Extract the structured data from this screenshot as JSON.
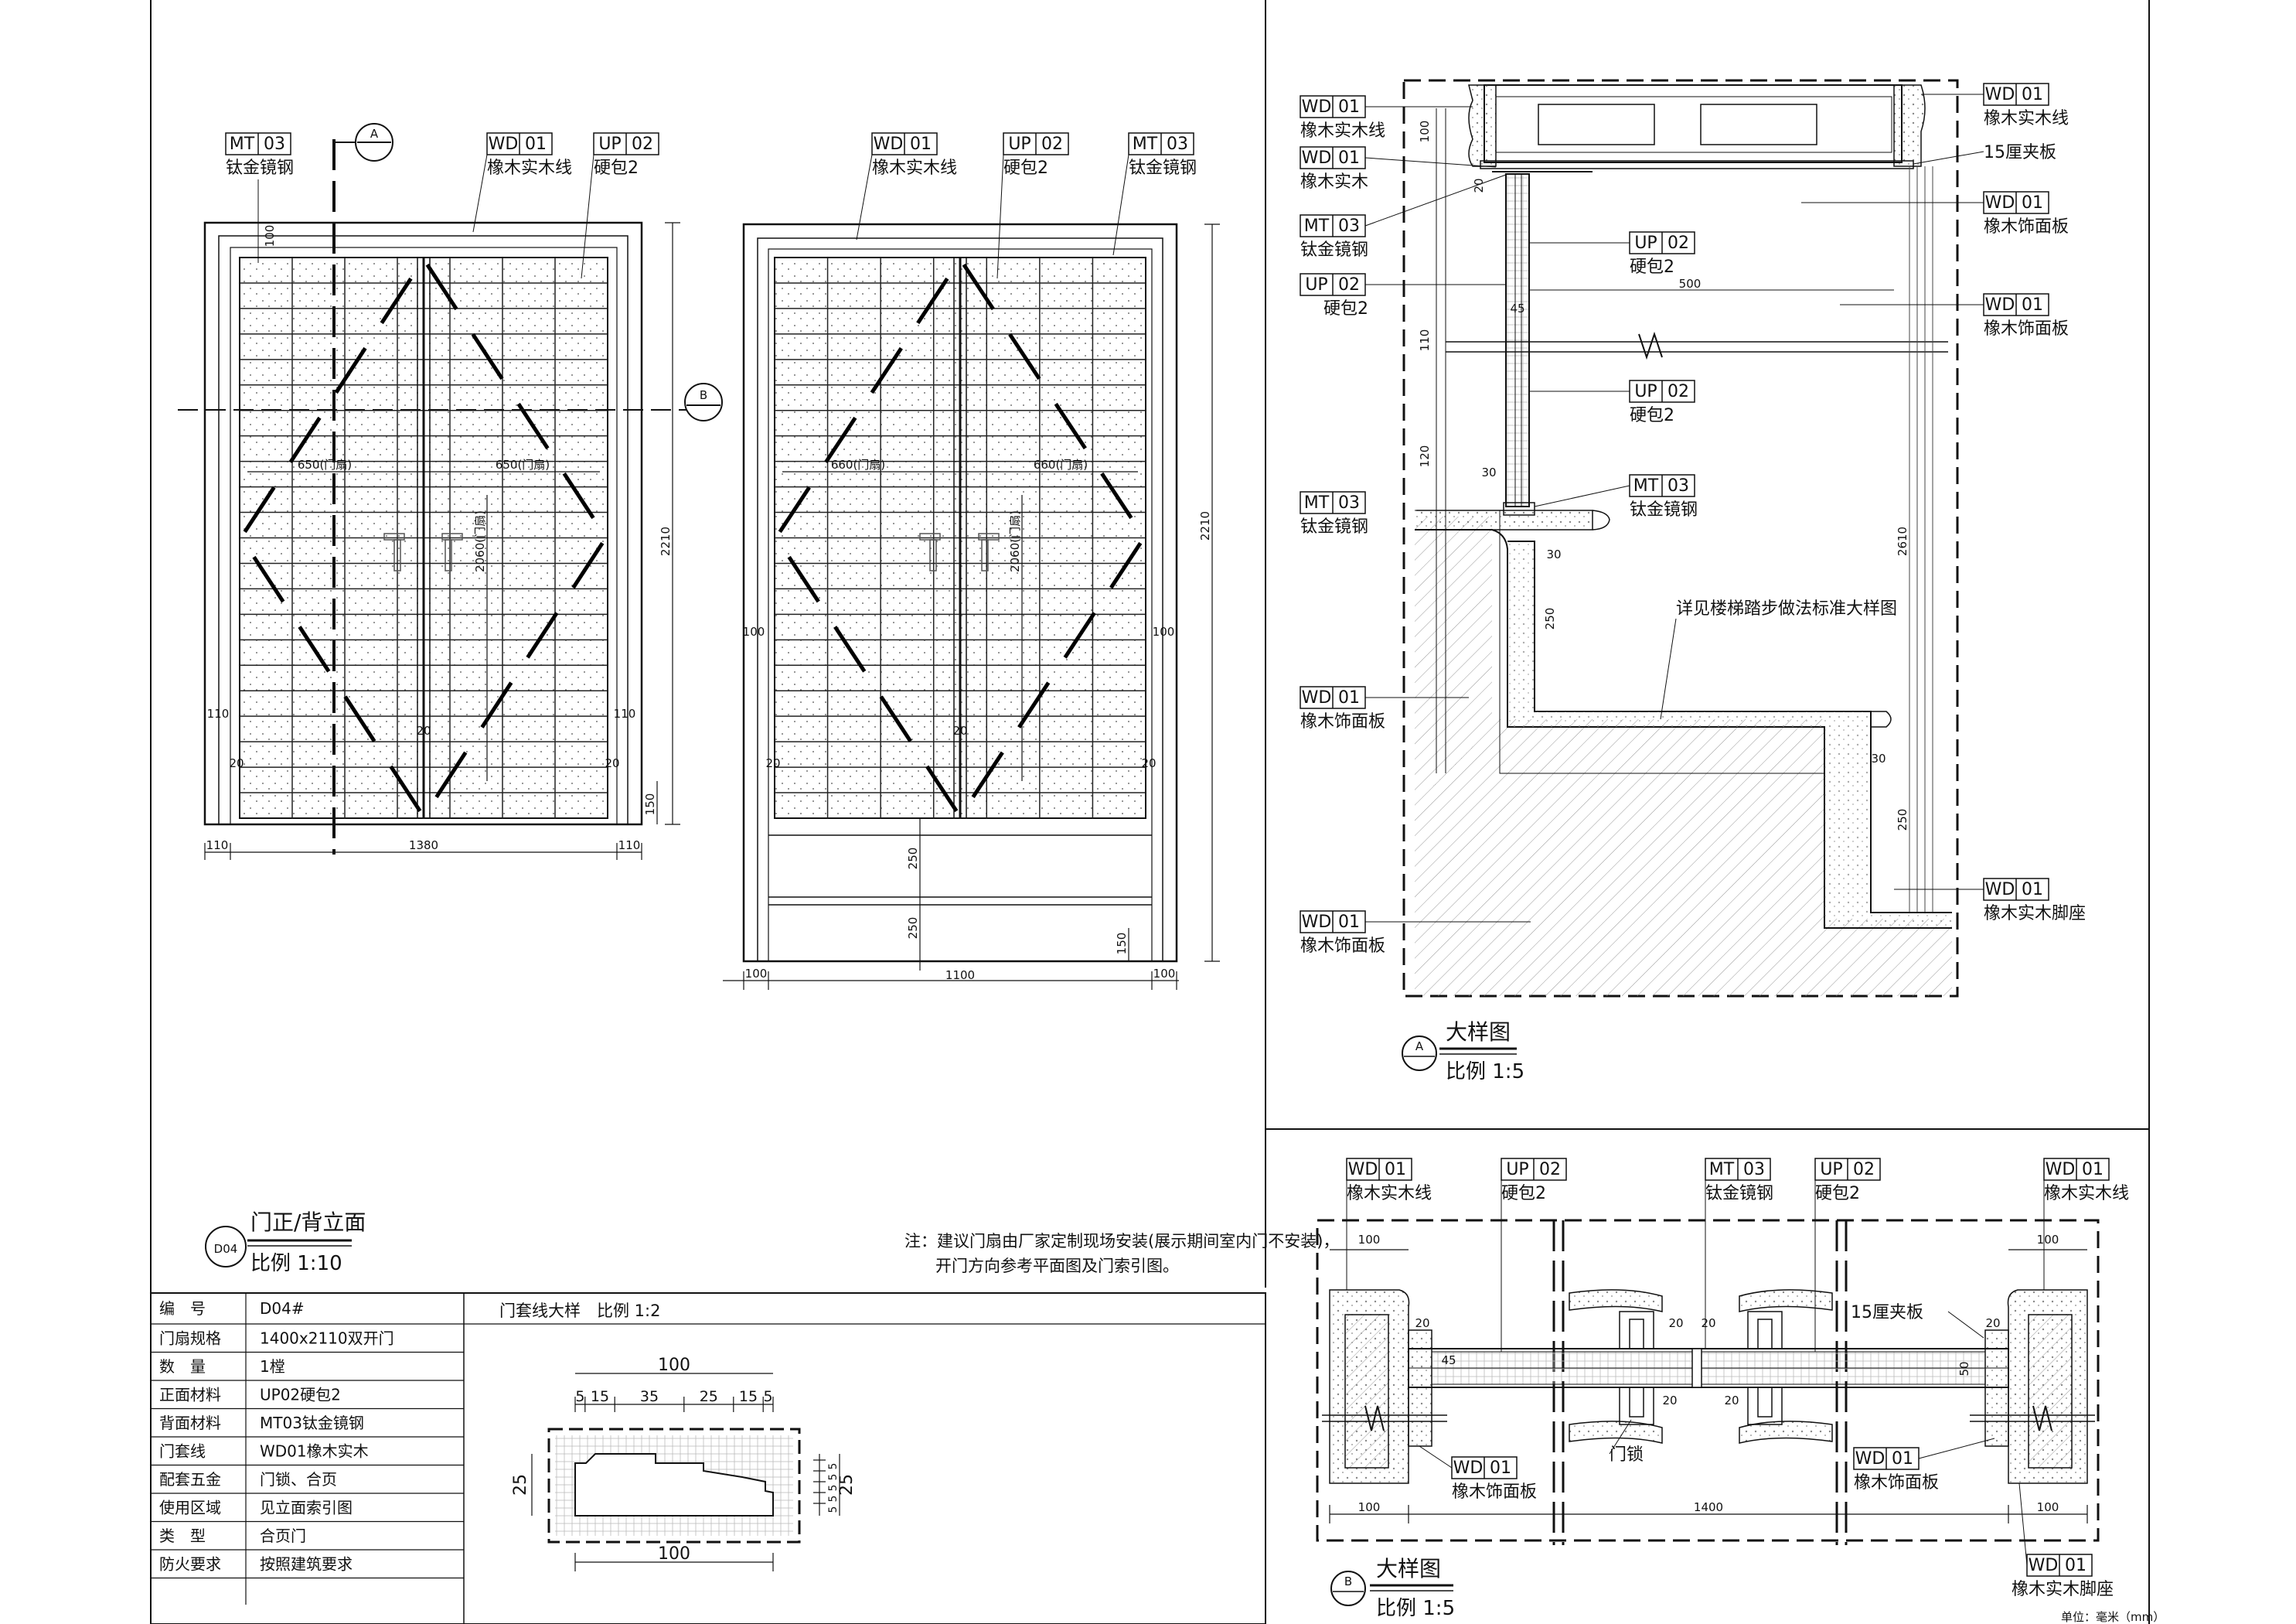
{
  "tags": {
    "mt03": [
      "MT",
      "03"
    ],
    "wd01": [
      "WD",
      "01"
    ],
    "up02": [
      "UP",
      "02"
    ]
  },
  "materials": {
    "ti_steel": "钛金镜钢",
    "oak_line": "橡木实木线",
    "hard_pack": "硬包2",
    "oak_solid": "橡木实木",
    "oak_panel": "橡木饰面板",
    "oak_board": "橡木实木脚座",
    "plywood15": "15厘夹板",
    "lock": "门锁",
    "oak_base": "橡木实木脚座"
  },
  "markers": {
    "a": "A",
    "b": "B",
    "d04": "D04"
  },
  "elevation": {
    "title": "门正/背立面",
    "scale": "比例 1:10",
    "dims": {
      "w1380": "1380",
      "w1100": "1100",
      "h2210": "2210",
      "h2060": "2060(门扇)",
      "w650": "650(门扇)",
      "w660": "660(门扇)",
      "d100": "100",
      "d110": "110",
      "d150": "150",
      "d20": "20",
      "d250": "250"
    }
  },
  "note": {
    "line1": "注：建议门扇由厂家定制现场安装(展示期间室内门不安装)，",
    "line2": "开门方向参考平面图及门索引图。"
  },
  "detail_a": {
    "title": "大样图",
    "scale": "比例 1:5",
    "ref_note": "详见楼梯踏步做法标准大样图",
    "dims": {
      "d100": "100",
      "d20": "20",
      "d500": "500",
      "d45": "45",
      "d110": "110",
      "d30": "30",
      "d250": "250",
      "d2610": "2610",
      "d120": "120"
    }
  },
  "detail_b": {
    "title": "大样图",
    "scale": "比例 1:5",
    "unit_note": "单位：毫米（mm）",
    "dims": {
      "d100": "100",
      "d1400": "1400",
      "d20": "20",
      "d50": "50",
      "d45": "45"
    }
  },
  "table": {
    "rows": [
      {
        "k": "编　号",
        "v": "D04#"
      },
      {
        "k": "门扇规格",
        "v": "1400x2110双开门"
      },
      {
        "k": "数　量",
        "v": "1樘"
      },
      {
        "k": "正面材料",
        "v": "UP02硬包2"
      },
      {
        "k": "背面材料",
        "v": "MT03钛金镜钢"
      },
      {
        "k": "门套线",
        "v": "WD01橡木实木"
      },
      {
        "k": "配套五金",
        "v": "门锁、合页"
      },
      {
        "k": "使用区域",
        "v": "见立面索引图"
      },
      {
        "k": "类　型",
        "v": "合页门"
      },
      {
        "k": "防火要求",
        "v": "按照建筑要求"
      }
    ]
  },
  "profile": {
    "title": "门套线大样　比例 1:2",
    "top_dims": [
      "5",
      "15",
      "35",
      "25",
      "15",
      "5"
    ],
    "d100": "100",
    "d25": "25",
    "right_dims": [
      "5",
      "5",
      "5",
      "5",
      "5"
    ]
  }
}
